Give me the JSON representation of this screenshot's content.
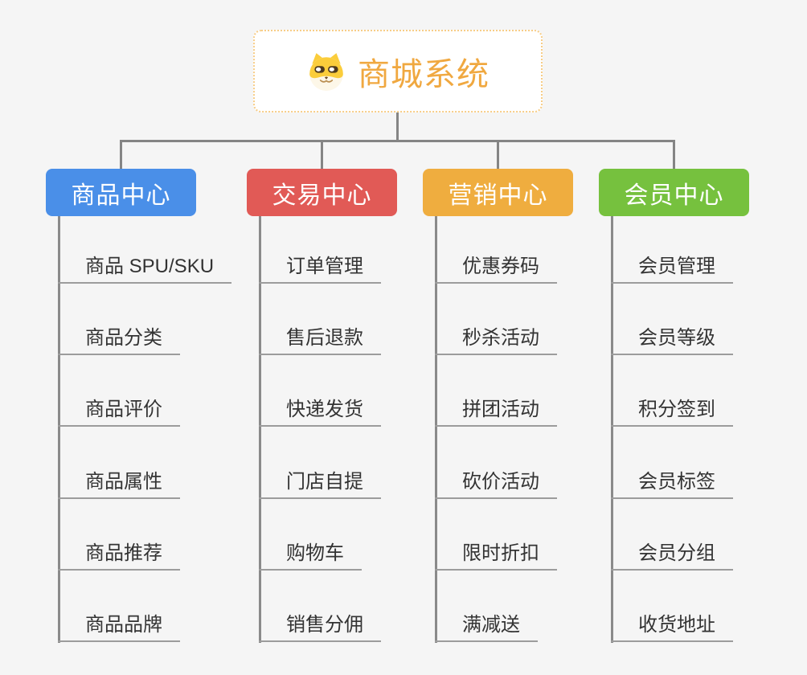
{
  "root": {
    "title": "商城系统",
    "icon": "shiba-dog-icon"
  },
  "branches": [
    {
      "id": "product-center",
      "label": "商品中心",
      "color": "#4a8fe8",
      "children": [
        "商品 SPU/SKU",
        "商品分类",
        "商品评价",
        "商品属性",
        "商品推荐",
        "商品品牌"
      ]
    },
    {
      "id": "trade-center",
      "label": "交易中心",
      "color": "#e15a56",
      "children": [
        "订单管理",
        "售后退款",
        "快递发货",
        "门店自提",
        "购物车",
        "销售分佣"
      ]
    },
    {
      "id": "marketing-center",
      "label": "营销中心",
      "color": "#efad3f",
      "children": [
        "优惠券码",
        "秒杀活动",
        "拼团活动",
        "砍价活动",
        "限时折扣",
        "满减送"
      ]
    },
    {
      "id": "member-center",
      "label": "会员中心",
      "color": "#76c13e",
      "children": [
        "会员管理",
        "会员等级",
        "积分签到",
        "会员标签",
        "会员分组",
        "收货地址"
      ]
    }
  ],
  "colors": {
    "background": "#f5f5f5",
    "root_border": "#f7cd87",
    "root_title": "#f0a840",
    "connector": "#858585",
    "child_underline": "#9c9c9c",
    "child_text": "#333333"
  }
}
